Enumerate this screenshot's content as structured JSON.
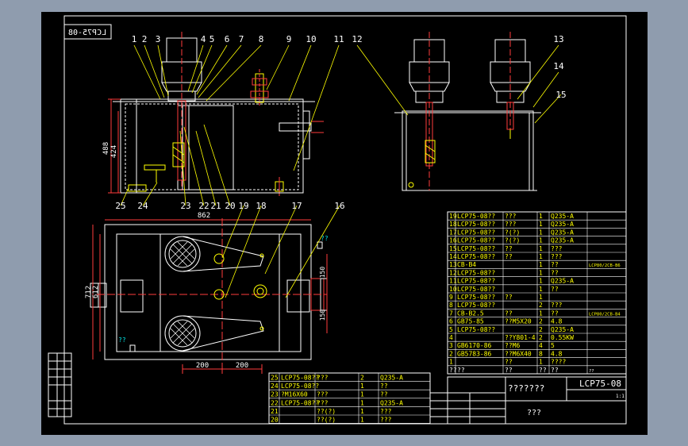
{
  "colors": {
    "frame": "#ffffff",
    "leader": "#ffff00",
    "dim": "#ff3b3b",
    "center": "#ff3b3b",
    "accent": "#00e5e5",
    "motor": "#ffffff",
    "table": "#ffff00",
    "bg": "#000000",
    "page": "#8f9cae"
  },
  "drawing": {
    "title_block_code": "LCP75-08",
    "mirrored_code": "LCP75-08",
    "title_block_name": "???????",
    "title_block_sub": "???",
    "scale": "1:1"
  },
  "part_callouts": [
    "1",
    "2",
    "3",
    "4",
    "5",
    "6",
    "7",
    "8",
    "9",
    "10",
    "11",
    "12",
    "13",
    "14",
    "15",
    "16",
    "17",
    "18",
    "19",
    "20",
    "21",
    "22",
    "23",
    "24",
    "25"
  ],
  "dimensions": {
    "height_outer": "488",
    "height_inner": "424",
    "width_top": "862",
    "depth_outer": "712",
    "depth_inner": "612",
    "span_left": "200",
    "span_right": "200",
    "r_upper": "150",
    "r_lower": "150"
  },
  "bom_upper": [
    {
      "no": "19",
      "code": "LCP75-08??",
      "name": "???",
      "qty": "1",
      "mat": "Q235-A",
      "note": ""
    },
    {
      "no": "18",
      "code": "LCP75-08??",
      "name": "???",
      "qty": "1",
      "mat": "Q235-A",
      "note": ""
    },
    {
      "no": "17",
      "code": "LCP75-08??",
      "name": "?(?)",
      "qty": "1",
      "mat": "Q235-A",
      "note": ""
    },
    {
      "no": "16",
      "code": "LCP75-08??",
      "name": "?(?)",
      "qty": "1",
      "mat": "Q235-A",
      "note": ""
    },
    {
      "no": "15",
      "code": "LCP75-08??",
      "name": "??",
      "qty": "1",
      "mat": "???",
      "note": ""
    },
    {
      "no": "14",
      "code": "LCP75-08??",
      "name": "??",
      "qty": "1",
      "mat": "???",
      "note": ""
    },
    {
      "no": "13",
      "code": "CB-B4",
      "name": "",
      "qty": "1",
      "mat": "??",
      "note": "LCP80/2CB-B6"
    },
    {
      "no": "12",
      "code": "LCP75-08??",
      "name": "",
      "qty": "1",
      "mat": "??",
      "note": ""
    },
    {
      "no": "11",
      "code": "LCP75-08??",
      "name": "",
      "qty": "1",
      "mat": "Q235-A",
      "note": ""
    },
    {
      "no": "10",
      "code": "LCP75-08??",
      "name": "",
      "qty": "1",
      "mat": "??",
      "note": ""
    },
    {
      "no": "9",
      "code": "LCP75-08??",
      "name": "??",
      "qty": "1",
      "mat": "",
      "note": ""
    },
    {
      "no": "8",
      "code": "LCP75-08??",
      "name": "",
      "qty": "2",
      "mat": "???",
      "note": ""
    },
    {
      "no": "7",
      "code": "CB-B2.5",
      "name": "??",
      "qty": "1",
      "mat": "??",
      "note": "LCP80/2CB-B4"
    },
    {
      "no": "6",
      "code": "GB75-85",
      "name": "??M5X20",
      "qty": "2",
      "mat": "4.8",
      "note": ""
    },
    {
      "no": "5",
      "code": "LCP75-08??",
      "name": "",
      "qty": "2",
      "mat": "Q235-A",
      "note": ""
    },
    {
      "no": "4",
      "code": "",
      "name": "??Y801-4",
      "qty": "2",
      "mat": "0.55KW",
      "note": ""
    },
    {
      "no": "3",
      "code": "GB6170-86",
      "name": "??M6",
      "qty": "4",
      "mat": "5",
      "note": ""
    },
    {
      "no": "2",
      "code": "GB5783-86",
      "name": "??M6X40",
      "qty": "8",
      "mat": "4.8",
      "note": ""
    },
    {
      "no": "1",
      "code": "",
      "name": "??",
      "qty": "1",
      "mat": "????",
      "note": ""
    },
    {
      "no": "??",
      "code": "??",
      "name": "??",
      "qty": "??",
      "mat": "??",
      "note": "??"
    }
  ],
  "bom_lower": [
    {
      "no": "25",
      "code": "LCP75-08??",
      "name": "???",
      "qty": "2",
      "mat": "Q235-A"
    },
    {
      "no": "24",
      "code": "LCP75-08??",
      "name": "",
      "qty": "1",
      "mat": "??"
    },
    {
      "no": "23",
      "code": "?M16X60",
      "name": "???",
      "qty": "1",
      "mat": "??"
    },
    {
      "no": "22",
      "code": "LCP75-08??",
      "name": "???",
      "qty": "1",
      "mat": "Q235-A"
    },
    {
      "no": "21",
      "code": "",
      "name": "??(?)",
      "qty": "1",
      "mat": "???"
    },
    {
      "no": "20",
      "code": "",
      "name": "??(?)",
      "qty": "1",
      "mat": "???"
    }
  ]
}
